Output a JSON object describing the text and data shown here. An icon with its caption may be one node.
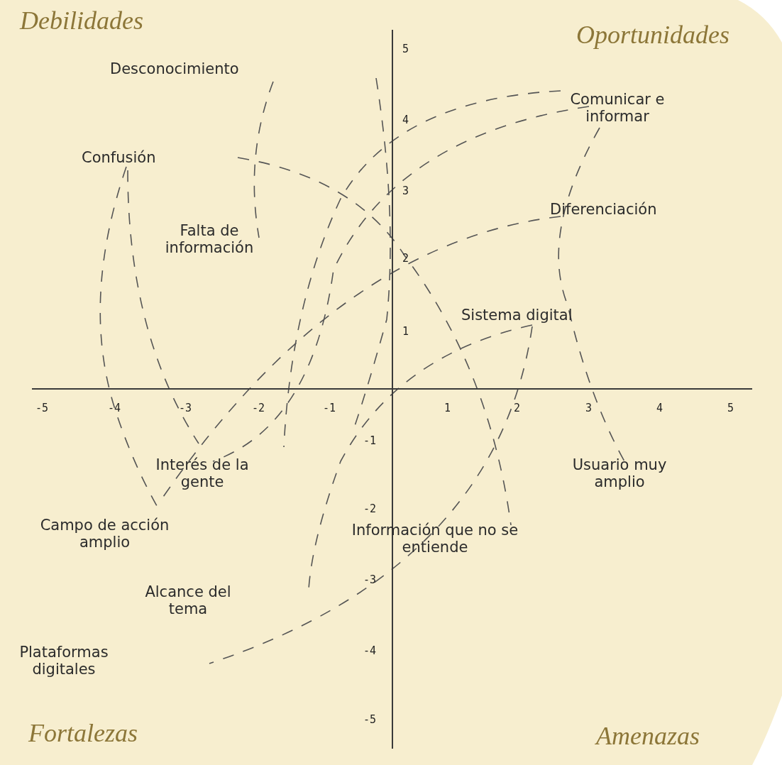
{
  "diagram": {
    "labels": [
      "Debilidades",
      "Oportunidades",
      "5",
      "Desconocimiento",
      "Comunicar e informar",
      "4",
      "Confusión",
      "3",
      "Diferenciación",
      "Falta de información",
      "2",
      "Sistema digital",
      "1",
      "-5",
      "-4",
      "-3",
      "-2",
      "-1",
      "1",
      "2",
      "3",
      "4",
      "5",
      "-1",
      "Interés de la gente",
      "Usuario muy amplio",
      "Campo de acción amplio",
      "-2",
      "Información que no se entiende",
      "-3",
      "Alcance del tema",
      "Plataformas digitales",
      "-4",
      "-5",
      "Fortalezas",
      "Amenazas"
    ]
  }
}
